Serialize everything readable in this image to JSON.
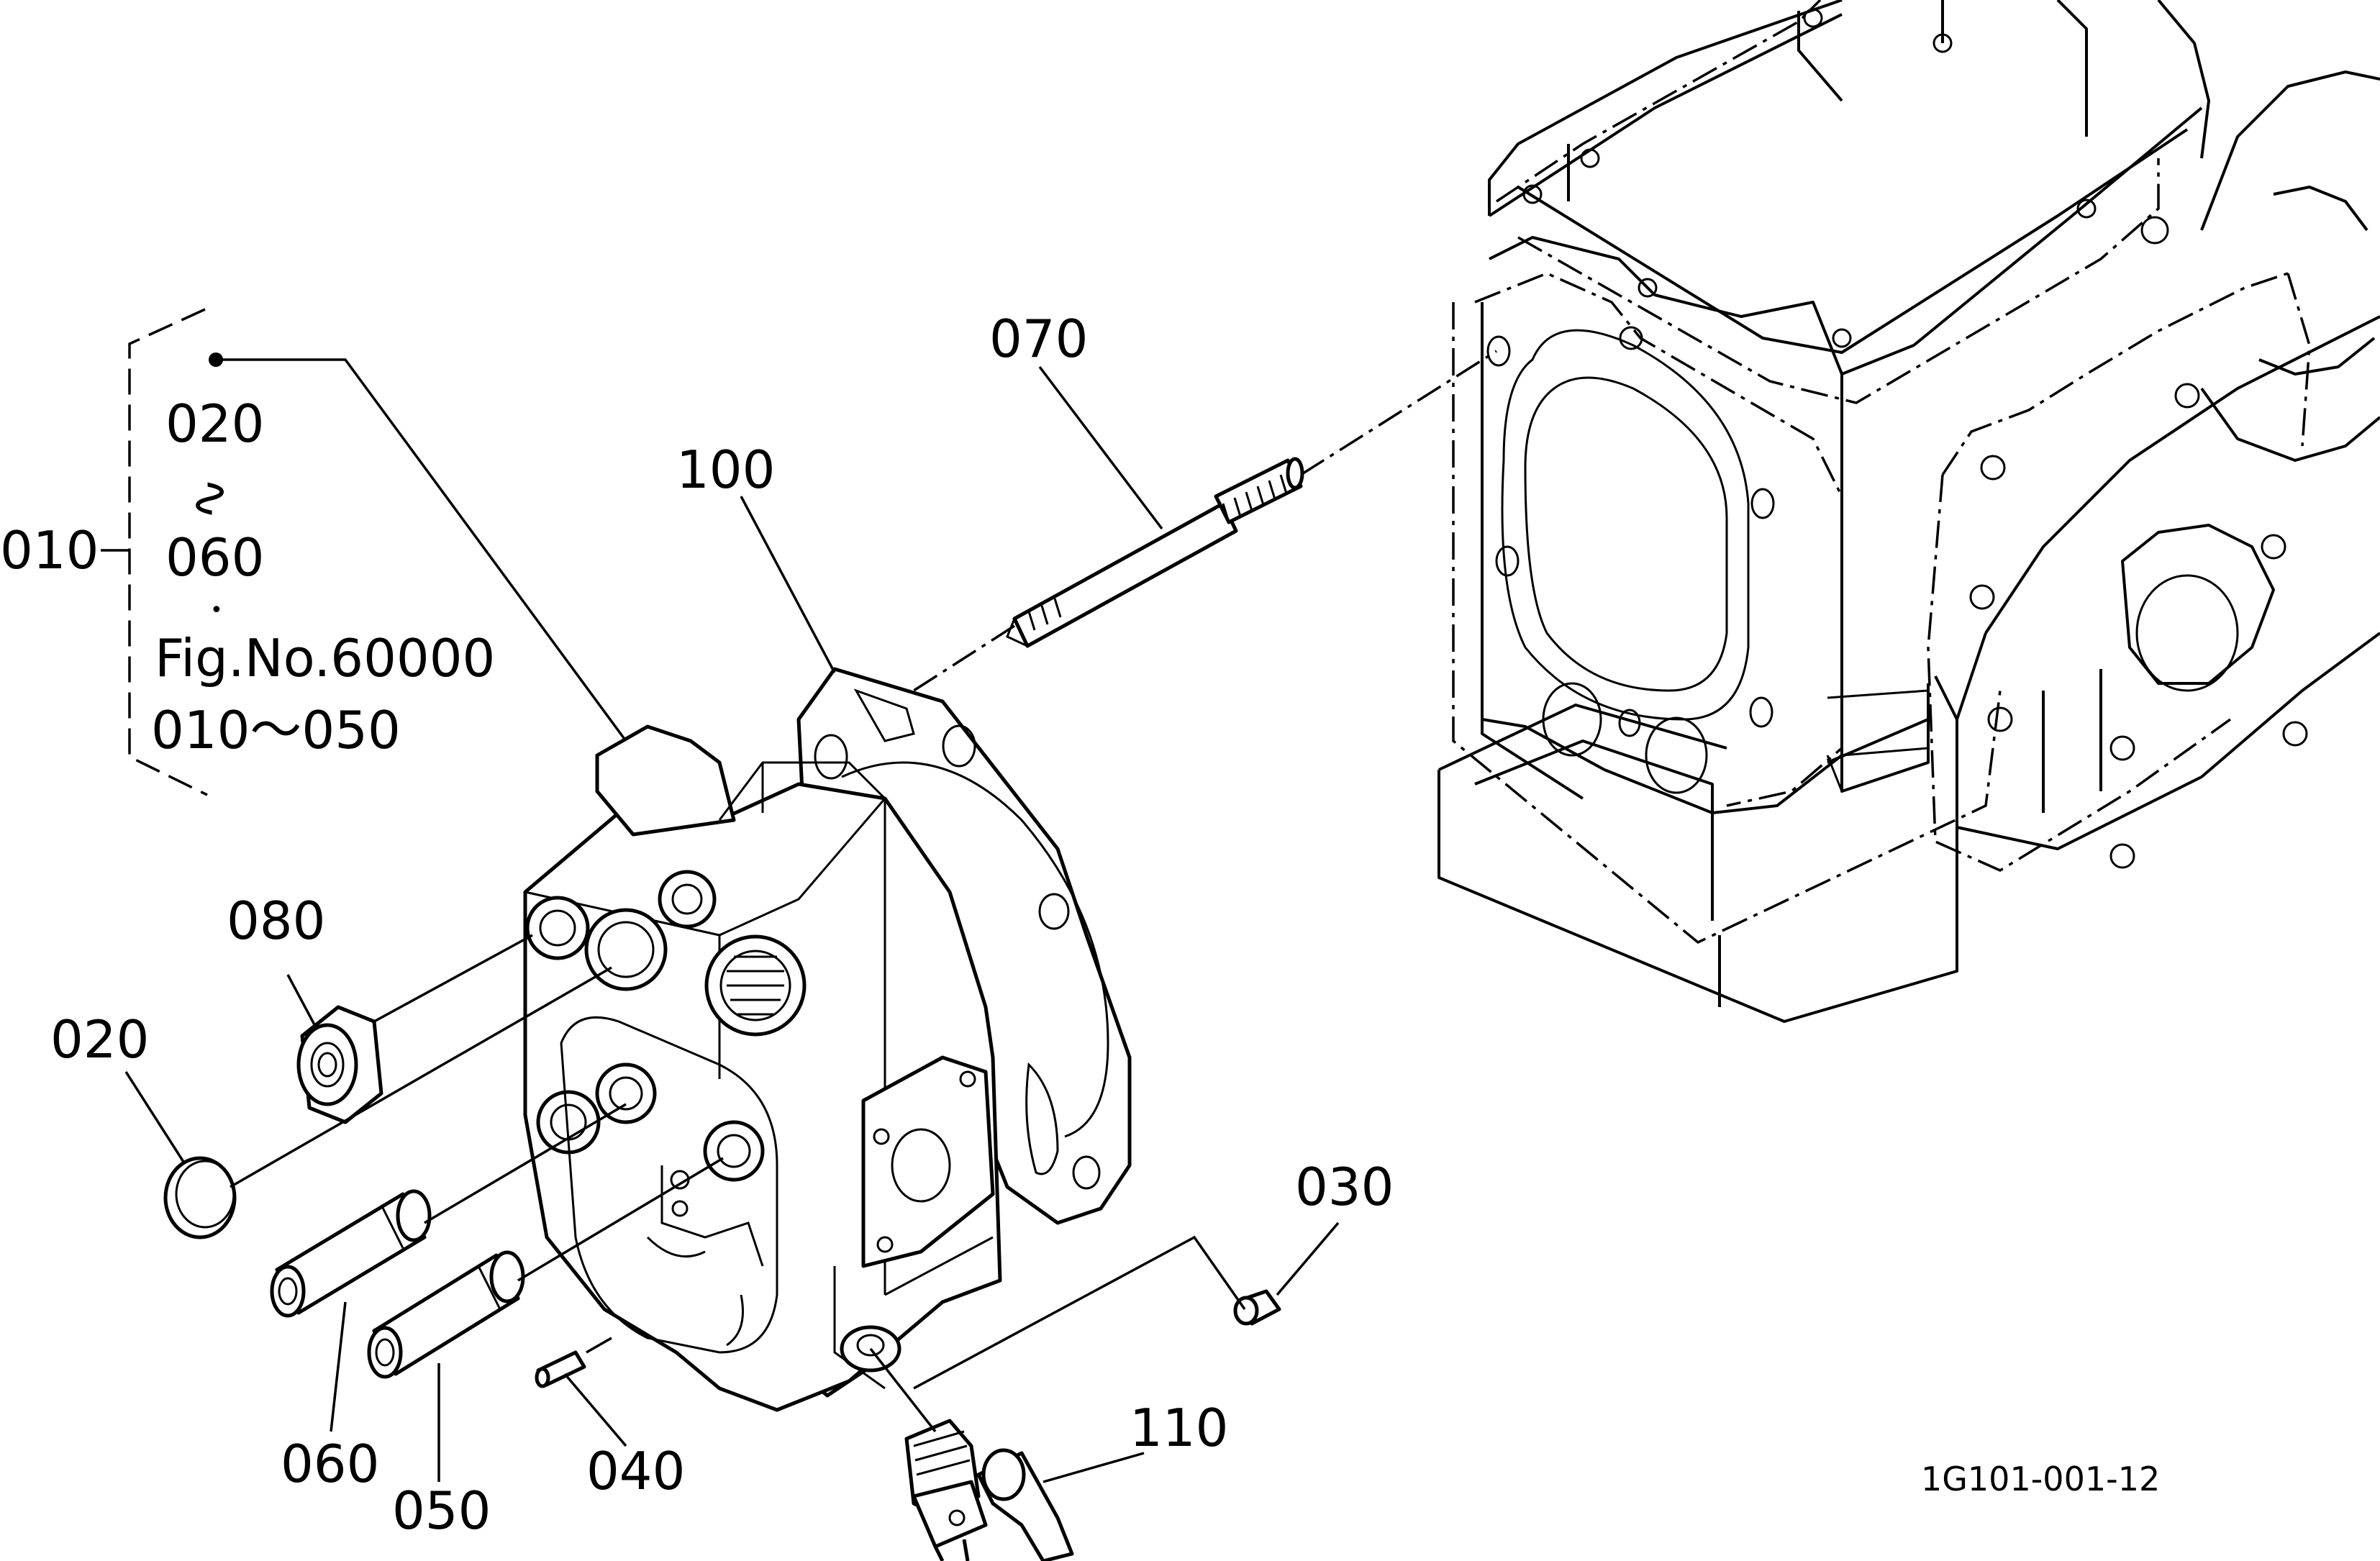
{
  "labels": {
    "l010": "010",
    "l020_list": "020",
    "range_mark": "∿",
    "l060_list": "060",
    "dot_mark": "•",
    "fig_ref": "Fig.No.60000",
    "fig_range": "010～050",
    "l020": "020",
    "l030": "030",
    "l040": "040",
    "l050": "050",
    "l060": "060",
    "l070": "070",
    "l080": "080",
    "l100": "100",
    "l110": "110"
  },
  "drawing_id": "1G101-001-12"
}
